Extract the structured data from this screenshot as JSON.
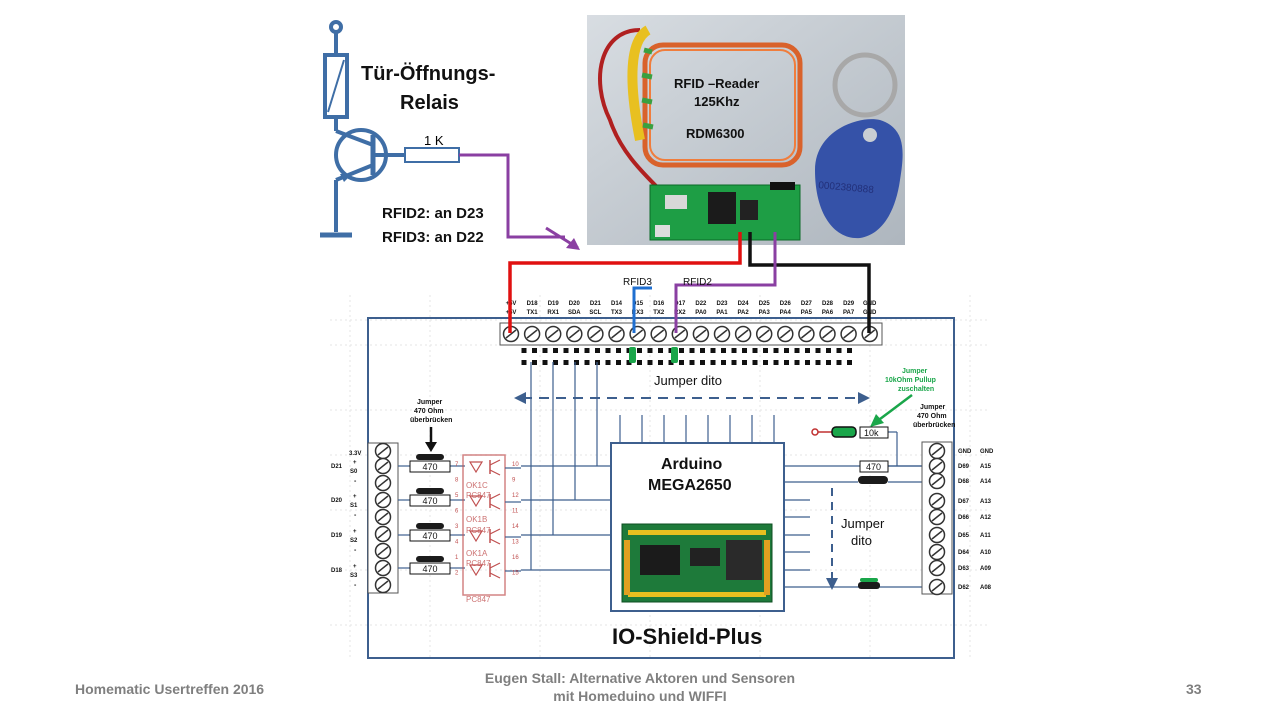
{
  "relay": {
    "title_line1": "Tür-Öffnungs-",
    "title_line2": "Relais",
    "resistor_label": "1 K"
  },
  "rfid_notes": {
    "line1": "RFID2:  an D23",
    "line2": "RFID3:  an D22"
  },
  "reader": {
    "line1": "RFID –Reader",
    "line2": "125Khz",
    "line3": "RDM6300",
    "keytag_print": "0002380888"
  },
  "wire_labels": {
    "rfid3": "RFID3",
    "rfid2": "RFID2"
  },
  "top_pins": [
    {
      "top": "+5V",
      "bottom": "+5V"
    },
    {
      "top": "D18",
      "bottom": "TX1"
    },
    {
      "top": "D19",
      "bottom": "RX1"
    },
    {
      "top": "D20",
      "bottom": "SDA"
    },
    {
      "top": "D21",
      "bottom": "SCL"
    },
    {
      "top": "D14",
      "bottom": "TX3"
    },
    {
      "top": "D15",
      "bottom": "RX3"
    },
    {
      "top": "D16",
      "bottom": "TX2"
    },
    {
      "top": "D17",
      "bottom": "RX2"
    },
    {
      "top": "D22",
      "bottom": "PA0"
    },
    {
      "top": "D23",
      "bottom": "PA1"
    },
    {
      "top": "D24",
      "bottom": "PA2"
    },
    {
      "top": "D25",
      "bottom": "PA3"
    },
    {
      "top": "D26",
      "bottom": "PA4"
    },
    {
      "top": "D27",
      "bottom": "PA5"
    },
    {
      "top": "D28",
      "bottom": "PA6"
    },
    {
      "top": "D29",
      "bottom": "PA7"
    },
    {
      "top": "GND",
      "bottom": "GND"
    }
  ],
  "jumper_dito_top": "Jumper dito",
  "jumper_pullup": {
    "line1": "Jumper",
    "line2": "10kOhm Pullup",
    "line3": "zuschalten"
  },
  "jumper_470_right": {
    "line1": "Jumper",
    "line2": "470 Ohm",
    "line3": "überbrücken"
  },
  "jumper_470_left": {
    "line1": "Jumper",
    "line2": "470 Ohm",
    "line3": "überbrücken"
  },
  "resistor_10k": "10k",
  "resistor_470_right": "470",
  "left_top_label": "3.3V",
  "left_groups": [
    {
      "name": "D21",
      "s": "S0"
    },
    {
      "name": "D20",
      "s": "S1"
    },
    {
      "name": "D19",
      "s": "S2"
    },
    {
      "name": "D18",
      "s": "S3"
    }
  ],
  "plus_sign": "+",
  "minus_sign": "-",
  "left_resistors": [
    "470",
    "470",
    "470",
    "470"
  ],
  "optocoupler": {
    "labels": [
      "OK1C",
      "PC847",
      "OK1B",
      "PC847",
      "OK1A",
      "PC847",
      "PC847"
    ],
    "pin_left": [
      "7",
      "8",
      "5",
      "6",
      "3",
      "4",
      "1",
      "2"
    ],
    "pin_right": [
      "10",
      "9",
      "12",
      "11",
      "14",
      "13",
      "16",
      "15"
    ]
  },
  "arduino": {
    "line1": "Arduino",
    "line2": "MEGA2650"
  },
  "right_pins": [
    {
      "left": "GND",
      "right": "GND"
    },
    {
      "left": "D69",
      "right": "A15"
    },
    {
      "left": "D68",
      "right": "A14"
    },
    {
      "left": "D67",
      "right": "A13"
    },
    {
      "left": "D66",
      "right": "A12"
    },
    {
      "left": "D65",
      "right": "A11"
    },
    {
      "left": "D64",
      "right": "A10"
    },
    {
      "left": "D63",
      "right": "A09"
    },
    {
      "left": "D62",
      "right": "A08"
    }
  ],
  "jumper_dito_right": {
    "line1": "Jumper",
    "line2": "dito"
  },
  "shield_title": "IO-Shield-Plus",
  "footer": {
    "left": "Homematic Usertreffen 2016",
    "center_line1": "Eugen Stall:  Alternative Aktoren und Sensoren",
    "center_line2": "mit Homeduino und WIFFI",
    "page": "33"
  },
  "colors": {
    "relay_blue": "#3f6ea6",
    "wire_purple": "#8a3fa2",
    "wire_red": "#e01010",
    "wire_blue": "#1f6fd0",
    "board_blue": "#3d5f8e",
    "opto_red": "#c05050",
    "jumper_green": "#1aa64a"
  }
}
